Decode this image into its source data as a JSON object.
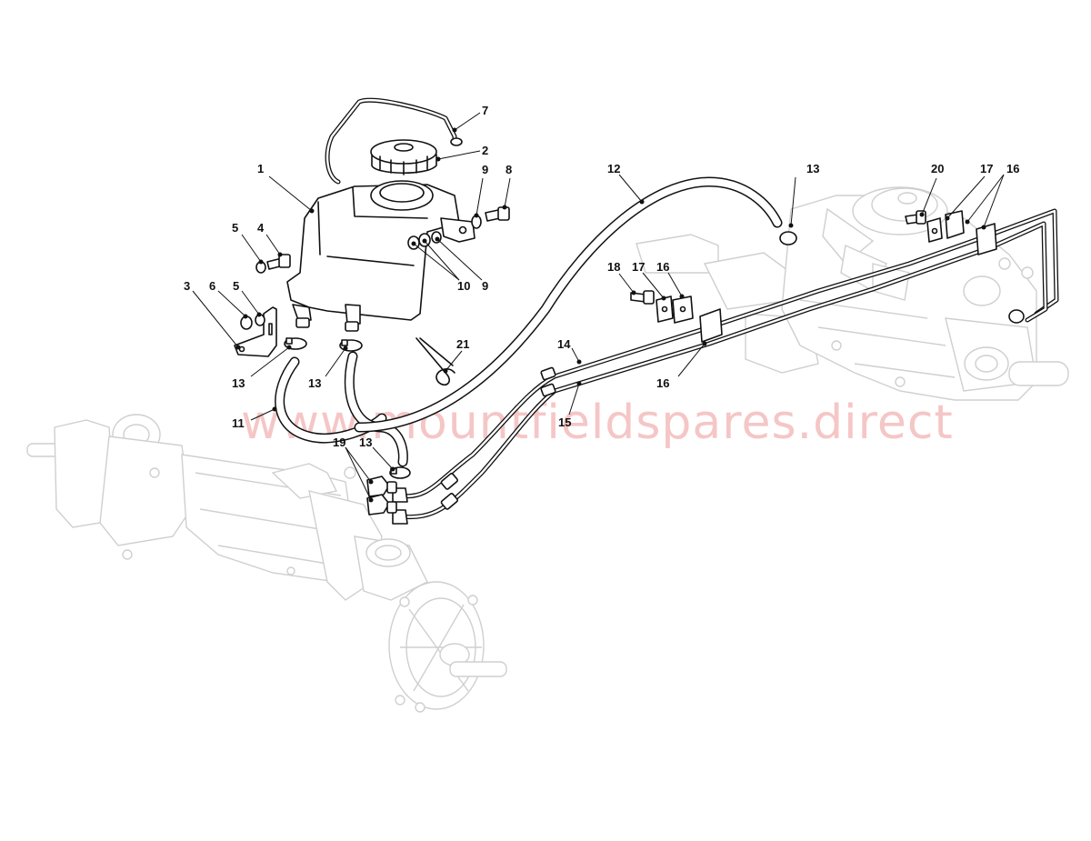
{
  "watermark": "www.mountfieldspares.direct",
  "callouts": [
    {
      "label": "1"
    },
    {
      "label": "2"
    },
    {
      "label": "3"
    },
    {
      "label": "4"
    },
    {
      "label": "5"
    },
    {
      "label": "5"
    },
    {
      "label": "6"
    },
    {
      "label": "7"
    },
    {
      "label": "8"
    },
    {
      "label": "9"
    },
    {
      "label": "9"
    },
    {
      "label": "10"
    },
    {
      "label": "11"
    },
    {
      "label": "12"
    },
    {
      "label": "13"
    },
    {
      "label": "13"
    },
    {
      "label": "13"
    },
    {
      "label": "13"
    },
    {
      "label": "14"
    },
    {
      "label": "15"
    },
    {
      "label": "16"
    },
    {
      "label": "16"
    },
    {
      "label": "16"
    },
    {
      "label": "17"
    },
    {
      "label": "17"
    },
    {
      "label": "18"
    },
    {
      "label": "19"
    },
    {
      "label": "20"
    },
    {
      "label": "21"
    }
  ]
}
